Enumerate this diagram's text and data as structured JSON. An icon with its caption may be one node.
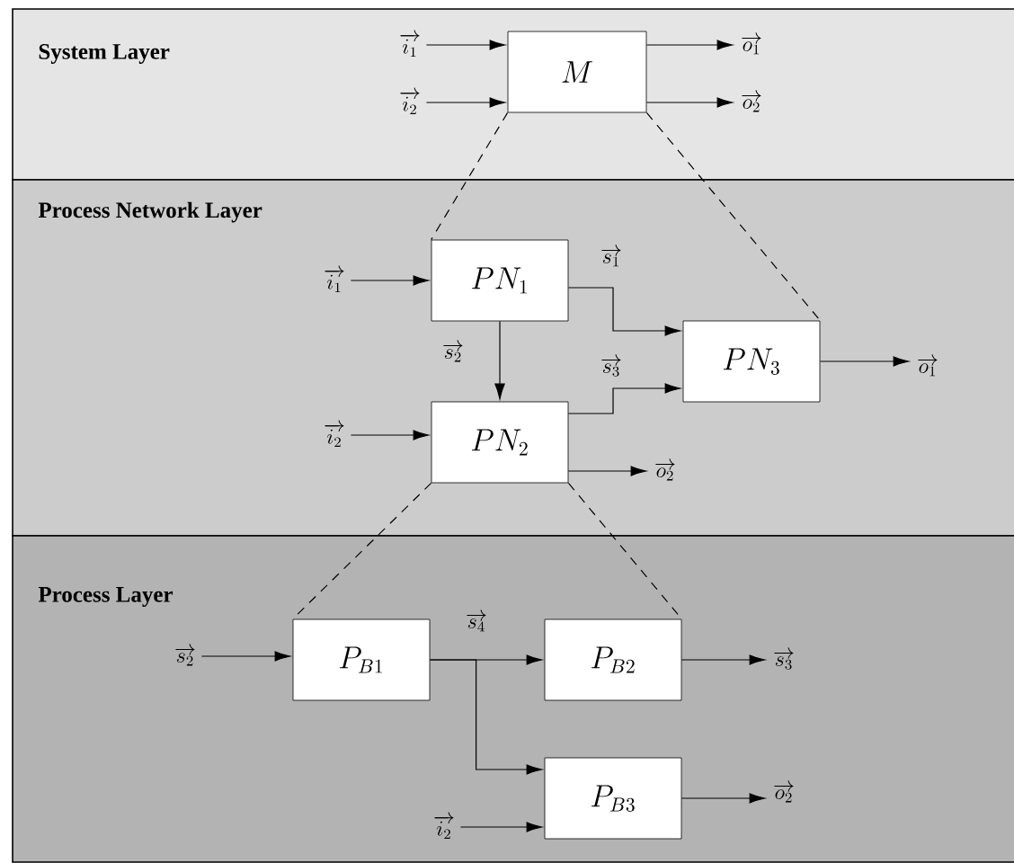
{
  "diagram": {
    "nodes": [
      {
        "text": [
          "System Layer"
        ]
      },
      {
        "text": [
          "M"
        ],
        "in": 0
      },
      {
        "text": [
          "Process Network Layer"
        ]
      },
      {
        "text": [
          "PN_1"
        ],
        "in": 2
      },
      {
        "text": [
          "PN_2"
        ],
        "in": 2
      },
      {
        "text": [
          "PN_3"
        ],
        "in": 2
      },
      {
        "text": [
          "Process Layer"
        ]
      },
      {
        "text": [
          "P_{B1}"
        ],
        "in": 6
      },
      {
        "text": [
          "P_{B2}"
        ],
        "in": 6
      },
      {
        "text": [
          "P_{B3}"
        ],
        "in": 6
      },
      {
        "text": [
          "\\overrightarrow{i_1}"
        ],
        "in": 0
      },
      {
        "text": [
          "\\overrightarrow{i_2}"
        ],
        "in": 0
      },
      {
        "text": [
          "\\overrightarrow{o_1}"
        ],
        "in": 0
      },
      {
        "text": [
          "\\overrightarrow{o_2}"
        ],
        "in": 0
      },
      {
        "text": [
          "\\overrightarrow{i_1}"
        ],
        "in": 2
      },
      {
        "text": [
          "\\overrightarrow{i_2}"
        ],
        "in": 2
      },
      {
        "text": [
          "\\overrightarrow{o_1}"
        ],
        "in": 2
      },
      {
        "text": [
          "\\overrightarrow{o_2}"
        ],
        "in": 2
      },
      {
        "text": [
          "\\overrightarrow{s_2}"
        ],
        "in": 6
      },
      {
        "text": [
          "\\overrightarrow{s_3}"
        ],
        "in": 6
      },
      {
        "text": [
          "\\overrightarrow{i_2}"
        ],
        "in": 6
      },
      {
        "text": [
          "\\overrightarrow{o_2}"
        ],
        "in": 6
      }
    ],
    "edges": [
      {
        "from": 10,
        "to": 1,
        "arrow": "to"
      },
      {
        "from": 11,
        "to": 1,
        "arrow": "to"
      },
      {
        "from": 1,
        "to": 12,
        "arrow": "to"
      },
      {
        "from": 1,
        "to": 13,
        "arrow": "to"
      },
      {
        "from": 14,
        "to": 3,
        "arrow": "to"
      },
      {
        "from": 15,
        "to": 4,
        "arrow": "to"
      },
      {
        "from": 3,
        "to": 5,
        "arrow": "to",
        "label": "\\overrightarrow{s_1}"
      },
      {
        "from": 3,
        "to": 4,
        "arrow": "to",
        "label": "\\overrightarrow{s_2}"
      },
      {
        "from": 4,
        "to": 5,
        "arrow": "to",
        "label": "\\overrightarrow{s_3}"
      },
      {
        "from": 5,
        "to": 16,
        "arrow": "to"
      },
      {
        "from": 4,
        "to": 17,
        "arrow": "to"
      },
      {
        "from": 18,
        "to": 7,
        "arrow": "to"
      },
      {
        "from": 7,
        "to": 8,
        "arrow": "to",
        "label": "\\overrightarrow{s_4}"
      },
      {
        "from": 7,
        "to": 9,
        "arrow": "to"
      },
      {
        "from": 20,
        "to": 9,
        "arrow": "to"
      },
      {
        "from": 8,
        "to": 19,
        "arrow": "to"
      },
      {
        "from": 9,
        "to": 21,
        "arrow": "to"
      },
      {
        "from": 1,
        "to": 3,
        "arrow": "none",
        "style": "dashed"
      },
      {
        "from": 1,
        "to": 5,
        "arrow": "none",
        "style": "dashed"
      },
      {
        "from": 4,
        "to": 7,
        "arrow": "none",
        "style": "dashed"
      },
      {
        "from": 4,
        "to": 8,
        "arrow": "none",
        "style": "dashed"
      }
    ]
  }
}
